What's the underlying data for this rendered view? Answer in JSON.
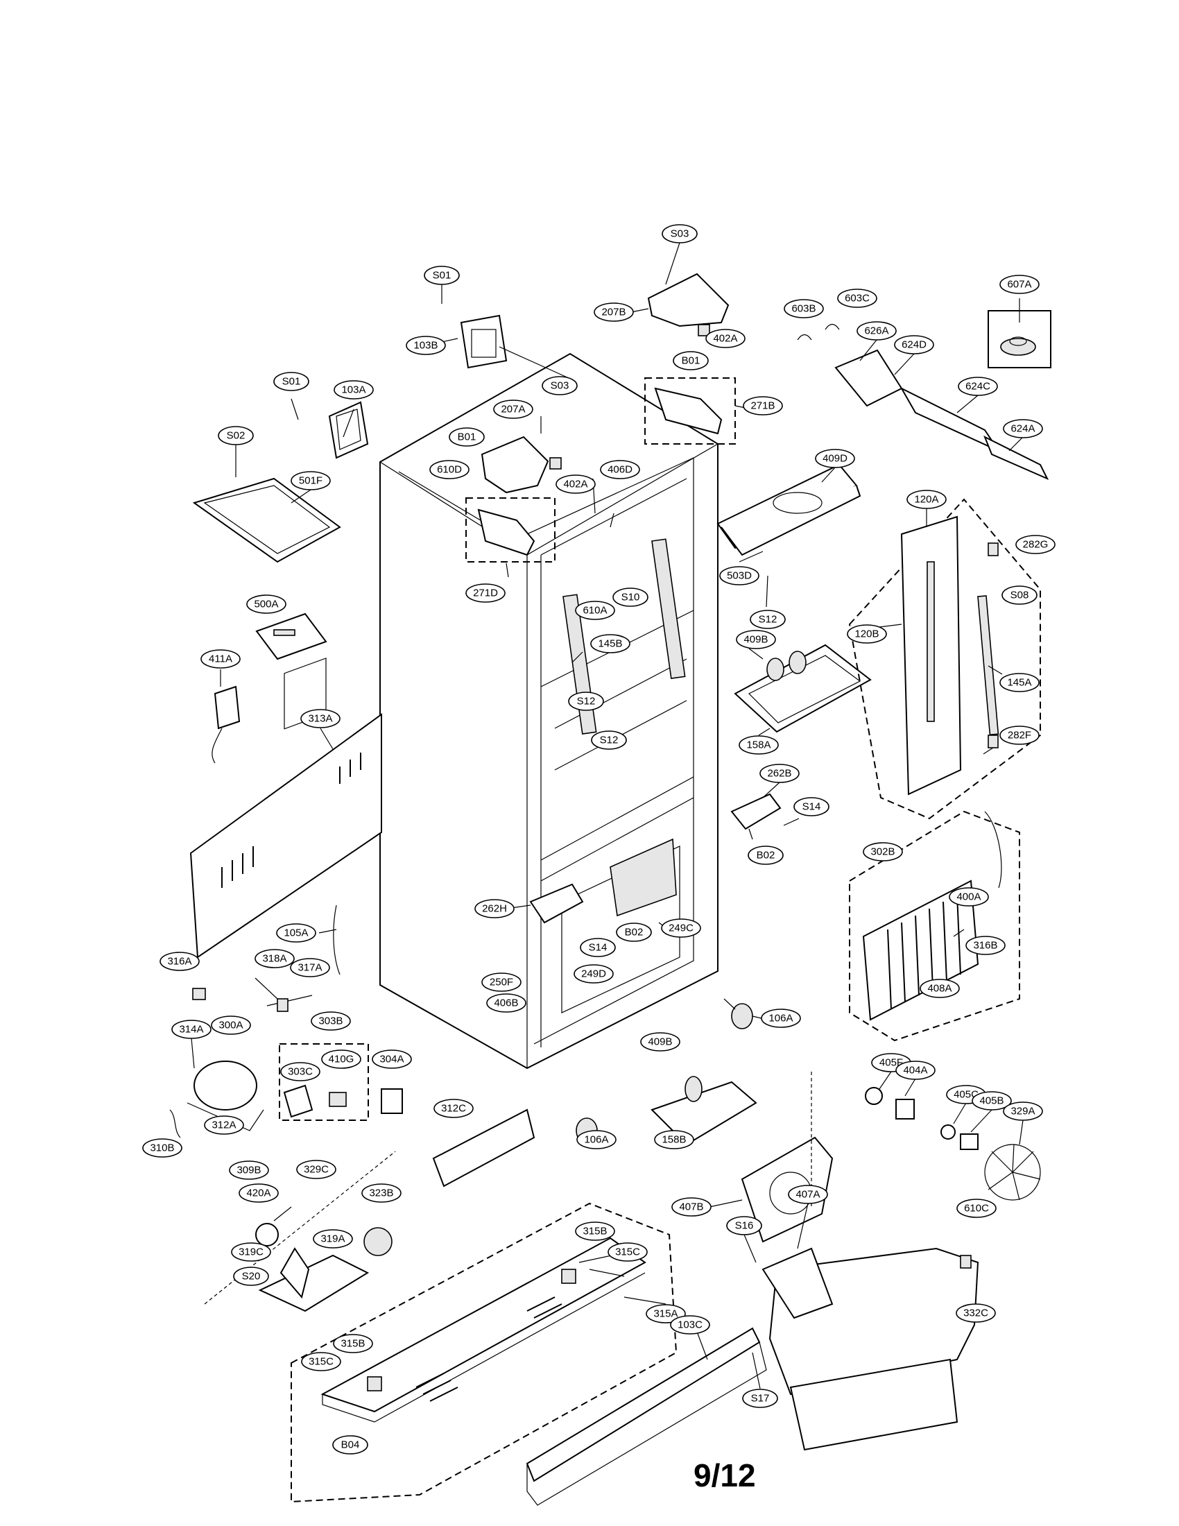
{
  "page": {
    "number": "9/12"
  },
  "labels": {
    "s01_top": "S01",
    "s03_top": "S03",
    "b103b": "103B",
    "b207b": "207B",
    "b402a_top": "402A",
    "b603b": "603B",
    "b603c": "603C",
    "b607a": "607A",
    "b626a": "626A",
    "b624d": "624D",
    "b624c": "624C",
    "b624a": "624A",
    "b01_top": "B01",
    "b271b": "271B",
    "s01_left": "S01",
    "b103a": "103A",
    "b207a": "207A",
    "s03_mid": "S03",
    "b01_mid": "B01",
    "s02": "S02",
    "b501f": "501F",
    "b610d": "610D",
    "b402a_mid": "402A",
    "b406d": "406D",
    "b409d": "409D",
    "b120a": "120A",
    "b282g": "282G",
    "b271d": "271D",
    "b610a": "610A",
    "s10": "S10",
    "b503d": "503D",
    "s08": "S08",
    "b500a": "500A",
    "s12_a": "S12",
    "b120b": "120B",
    "b411a": "411A",
    "b145b": "145B",
    "b409b_top": "409B",
    "b145a": "145A",
    "s12_b": "S12",
    "b313a": "313A",
    "b158a": "158A",
    "s12_c": "S12",
    "b282f": "282F",
    "b262b": "262B",
    "s14_a": "S14",
    "b02_a": "B02",
    "b302b": "302B",
    "b400a": "400A",
    "b262h": "262H",
    "b249c": "249C",
    "b02_b": "B02",
    "b105a": "105A",
    "s14_b": "S14",
    "b316b": "316B",
    "b318a": "318A",
    "b316a": "316A",
    "b317a": "317A",
    "b249d": "249D",
    "b408a": "408A",
    "b250f": "250F",
    "b406b": "406B",
    "b106a_right": "106A",
    "b303b": "303B",
    "b314a": "314A",
    "b300a": "300A",
    "b409b_bot": "409B",
    "b405f": "405F",
    "b404a": "404A",
    "b303c": "303C",
    "b410g": "410G",
    "b304a": "304A",
    "b405c": "405C",
    "b405b": "405B",
    "b329a": "329A",
    "b312c": "312C",
    "b312a": "312A",
    "b310b": "310B",
    "b106a_mid": "106A",
    "b158b": "158B",
    "b309b": "309B",
    "b329c": "329C",
    "b407b": "407B",
    "b420a": "420A",
    "b323b": "323B",
    "b407a": "407A",
    "b610c": "610C",
    "b315b_top": "315B",
    "s16": "S16",
    "b319a": "319A",
    "b315c_top": "315C",
    "b319c": "319C",
    "s20": "S20",
    "b315a": "315A",
    "b332c": "332C",
    "b103c": "103C",
    "b315b_bot": "315B",
    "b315c_bot": "315C",
    "s17": "S17",
    "b04": "B04"
  }
}
